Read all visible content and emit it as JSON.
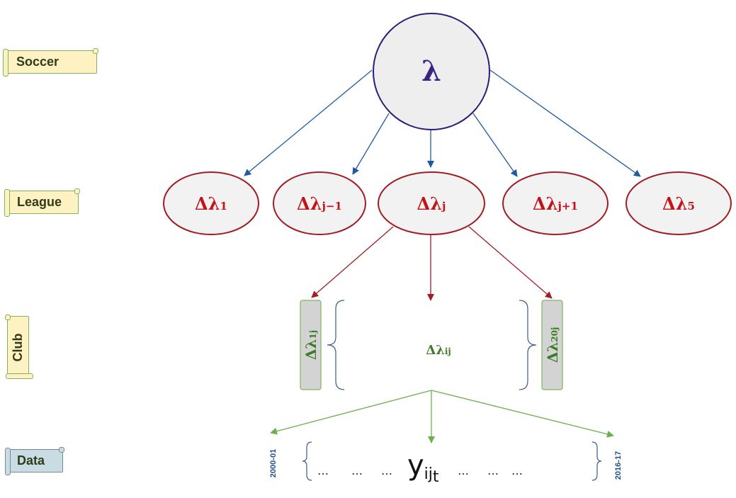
{
  "levels": {
    "soccer": "Soccer",
    "league": "League",
    "club": "Club",
    "data": "Data"
  },
  "top_node": {
    "label": "λ"
  },
  "league_nodes": [
    {
      "base": "Δλ",
      "sub": "1"
    },
    {
      "base": "Δλ",
      "sub": "j−1"
    },
    {
      "base": "Δλ",
      "sub": "j"
    },
    {
      "base": "Δλ",
      "sub": "j+1"
    },
    {
      "base": "Δλ",
      "sub": "5"
    }
  ],
  "club": {
    "left_bar": {
      "base": "Δλ",
      "sub": "1j"
    },
    "center": {
      "base": "Δλ",
      "sub": "ij"
    },
    "right_bar": {
      "base": "Δλ",
      "sub": "20j"
    }
  },
  "data_row": {
    "start_label": "2000-01",
    "end_label": "2016-17",
    "left_dots": [
      "…",
      "…",
      "…"
    ],
    "right_dots": [
      "…",
      "…",
      "…"
    ],
    "y_base": "y",
    "y_sub": "ij",
    "y_subsub": "t"
  },
  "colors": {
    "top_fill": "#eeeeee",
    "top_stroke": "#2e1a7a",
    "top_text": "#3b2384",
    "arrow_blue": "#1f5aa0",
    "league_fill": "#f2f2f2",
    "league_stroke": "#a01d24",
    "league_text": "#c0141a",
    "arrow_red": "#a01d24",
    "club_bar_fill": "#d3d3d3",
    "club_bar_stroke": "#7fb35f",
    "club_text": "#3a7d26",
    "arrow_green": "#6ab04c",
    "brace": "#3a5b8c",
    "year_text": "#1f4e8c",
    "scroll_yellow": "#fff2c2",
    "scroll_blue": "#c9dbe3"
  }
}
